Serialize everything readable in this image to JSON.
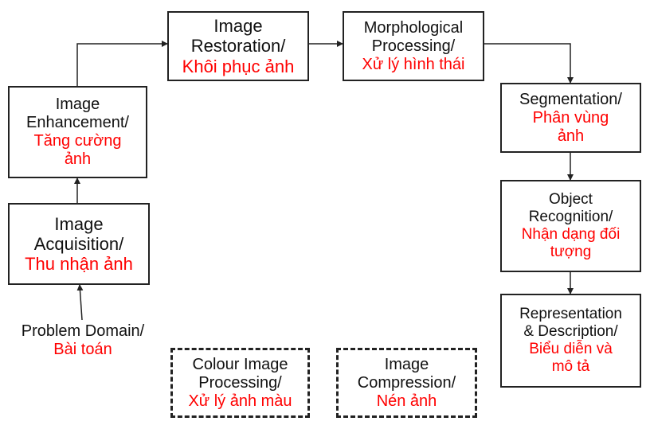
{
  "colors": {
    "vietnamese_text": "#ff0000",
    "english_text": "#111111",
    "border": "#222222"
  },
  "nodes": {
    "problem_domain": {
      "en": "Problem Domain/",
      "vi": "Bài toán"
    },
    "acquisition": {
      "en": [
        "Image",
        "Acquisition/"
      ],
      "vi": [
        "Thu nhận ảnh"
      ]
    },
    "enhancement": {
      "en": [
        "Image",
        "Enhancement/"
      ],
      "vi": [
        "Tăng cường",
        "ảnh"
      ]
    },
    "restoration": {
      "en": [
        "Image",
        "Restoration/"
      ],
      "vi": [
        "Khôi phục ảnh"
      ]
    },
    "morphological": {
      "en": [
        "Morphological",
        "Processing/"
      ],
      "vi": [
        "Xử lý hình thái"
      ]
    },
    "segmentation": {
      "en": [
        "Segmentation/"
      ],
      "vi": [
        "Phân vùng",
        "ảnh"
      ]
    },
    "object_recognition": {
      "en": [
        "Object",
        "Recognition/"
      ],
      "vi": [
        "Nhận dạng đối",
        "tượng"
      ]
    },
    "representation": {
      "en": [
        "Representation",
        "& Description/"
      ],
      "vi": [
        "Biểu diễn và",
        "mô tả"
      ]
    },
    "colour": {
      "en": [
        "Colour Image",
        "Processing/"
      ],
      "vi": [
        "Xử lý ảnh màu"
      ]
    },
    "compression": {
      "en": [
        "Image",
        "Compression/"
      ],
      "vi": [
        "Nén ảnh"
      ]
    }
  }
}
